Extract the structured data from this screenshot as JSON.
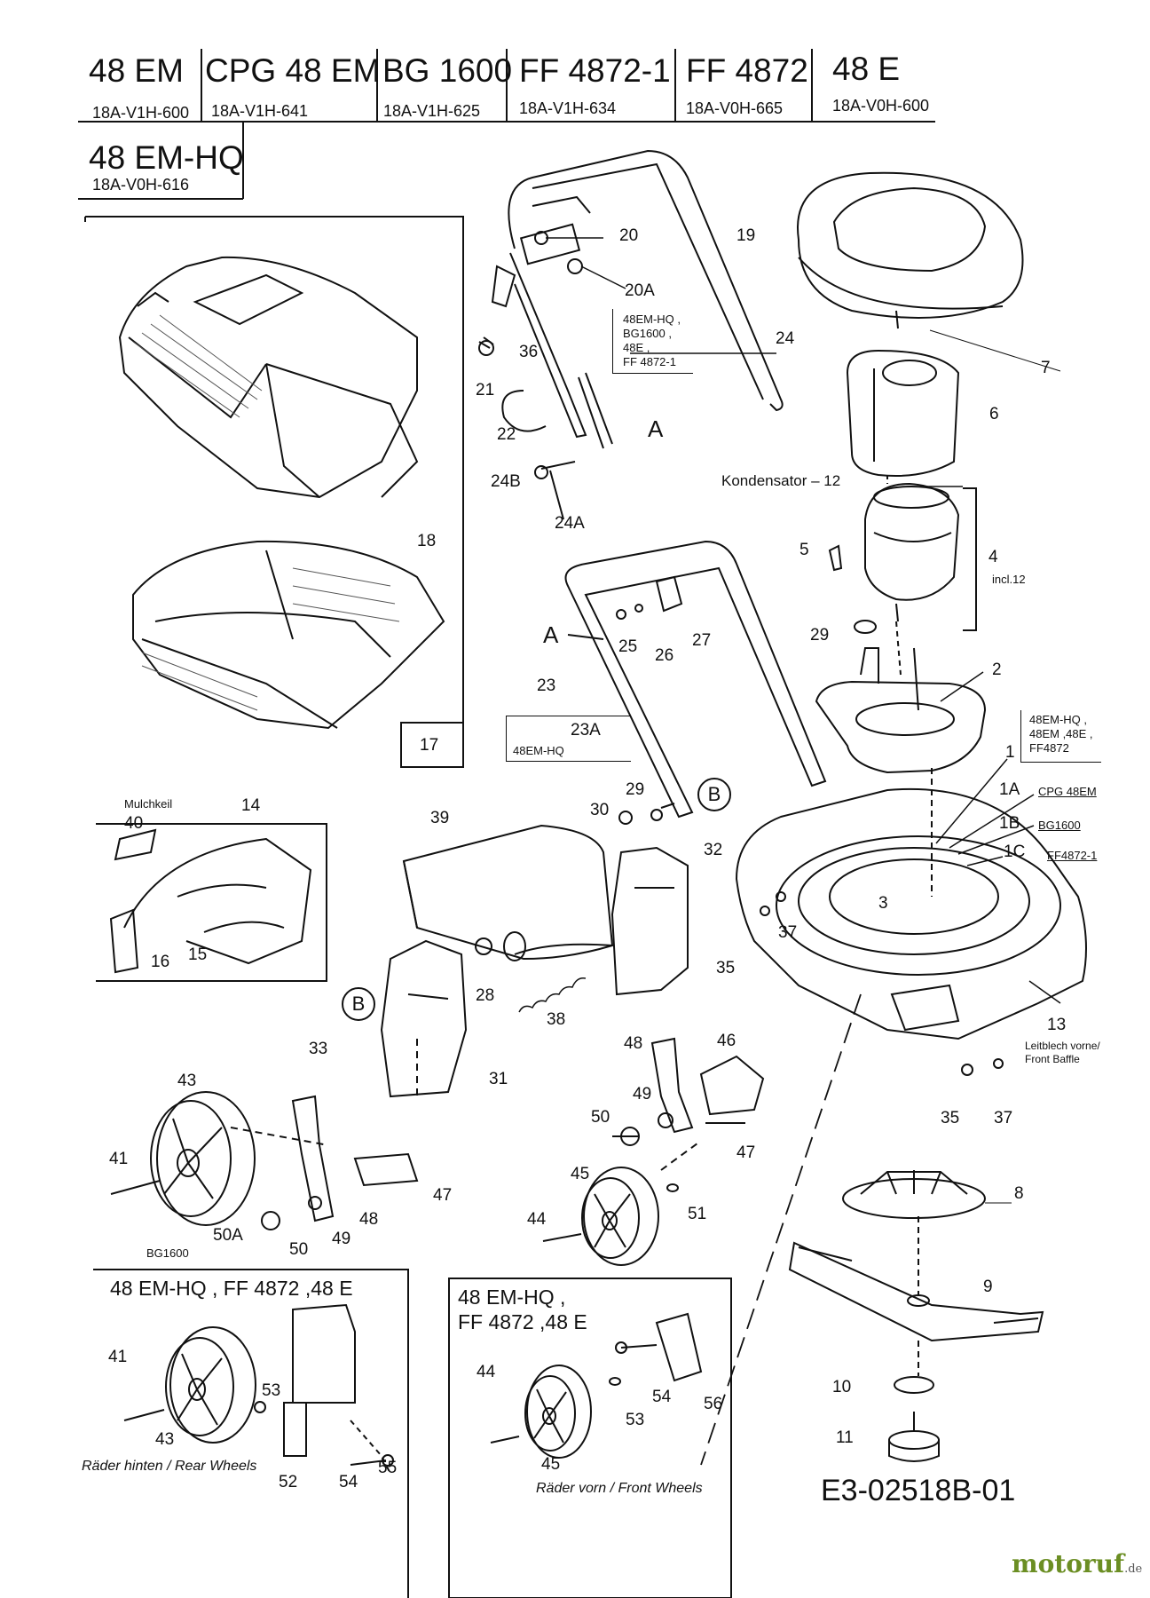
{
  "models": [
    {
      "name": "48 EM",
      "code": "18A-V1H-600"
    },
    {
      "name": "CPG 48 EM",
      "code": "18A-V1H-641"
    },
    {
      "name": "BG 1600",
      "code": "18A-V1H-625"
    },
    {
      "name": "FF 4872-1",
      "code": "18A-V1H-634"
    },
    {
      "name": "FF 4872",
      "code": "18A-V0H-665"
    },
    {
      "name": "48 E",
      "code": "18A-V0H-600"
    },
    {
      "name": "48 EM-HQ",
      "code": "18A-V0H-616"
    }
  ],
  "labels": {
    "p20": "20",
    "p20A": "20A",
    "p19": "19",
    "p36": "36",
    "p21": "21",
    "p22": "22",
    "p24": "24",
    "p24B": "24B",
    "p24A": "24A",
    "p7": "7",
    "p6": "6",
    "kondensator": "Kondensator – 12",
    "p5": "5",
    "p4": "4",
    "incl12": "incl.12",
    "p29a": "29",
    "p2": "2",
    "p1": "1",
    "p1A": "1A",
    "p1B": "1B",
    "p1C": "1C",
    "p25": "25",
    "p26": "26",
    "p27": "27",
    "p23": "23",
    "p23A": "23A",
    "p18a": "18",
    "p18b": "18",
    "p17": "17",
    "p29b": "29",
    "p30": "30",
    "p39": "39",
    "p32": "32",
    "p3": "3",
    "p37a": "37",
    "p35a": "35",
    "p28": "28",
    "p38": "38",
    "p33": "33",
    "p31": "31",
    "p13": "13",
    "p48a": "48",
    "p46": "46",
    "p49a": "49",
    "p50a": "50",
    "p47a": "47",
    "p35b": "35",
    "p37b": "37",
    "p40": "40",
    "p14": "14",
    "p16": "16",
    "p15": "15",
    "mulchkeil": "Mulchkeil",
    "p43a": "43",
    "p41a": "41",
    "p47b": "47",
    "p48b": "48",
    "p50A": "50A",
    "p50b": "50",
    "p49b": "49",
    "bg1600note": "BG1600",
    "p45a": "45",
    "p44a": "44",
    "p51": "51",
    "p8": "8",
    "p9": "9",
    "p10": "10",
    "p11": "11",
    "p41b": "41",
    "p53a": "53",
    "p43b": "43",
    "p52": "52",
    "p54a": "54",
    "p55": "55",
    "p44b": "44",
    "p54b": "54",
    "p56": "56",
    "p53b": "53",
    "p45b": "45",
    "letterA1": "A",
    "letterA2": "A",
    "letterB1": "B",
    "letterB2": "B"
  },
  "notes": {
    "handle_models": [
      "48EM-HQ ,",
      "BG1600 ,",
      "48E ,",
      "FF 4872-1"
    ],
    "p23A_model": "48EM-HQ",
    "p1_models": [
      "48EM-HQ ,",
      "48EM ,48E ,",
      "FF4872"
    ],
    "p1A_model": "CPG 48EM",
    "p1B_model": "BG1600",
    "p1C_model": "FF4872-1",
    "front_baffle": [
      "Leitblech vorne/",
      "Front Baffle"
    ]
  },
  "rear_box": {
    "title": "48 EM-HQ , FF 4872 ,48 E",
    "caption": "Räder hinten / Rear Wheels"
  },
  "front_box": {
    "title_line1": "48 EM-HQ ,",
    "title_line2": "FF 4872 ,48 E",
    "caption": "Räder vorn / Front Wheels"
  },
  "doc_id": "E3-02518B-01",
  "brand": {
    "name": "motoruf",
    "suffix": ".de"
  },
  "colors": {
    "ink": "#111111",
    "brand": "#6b8e23"
  }
}
